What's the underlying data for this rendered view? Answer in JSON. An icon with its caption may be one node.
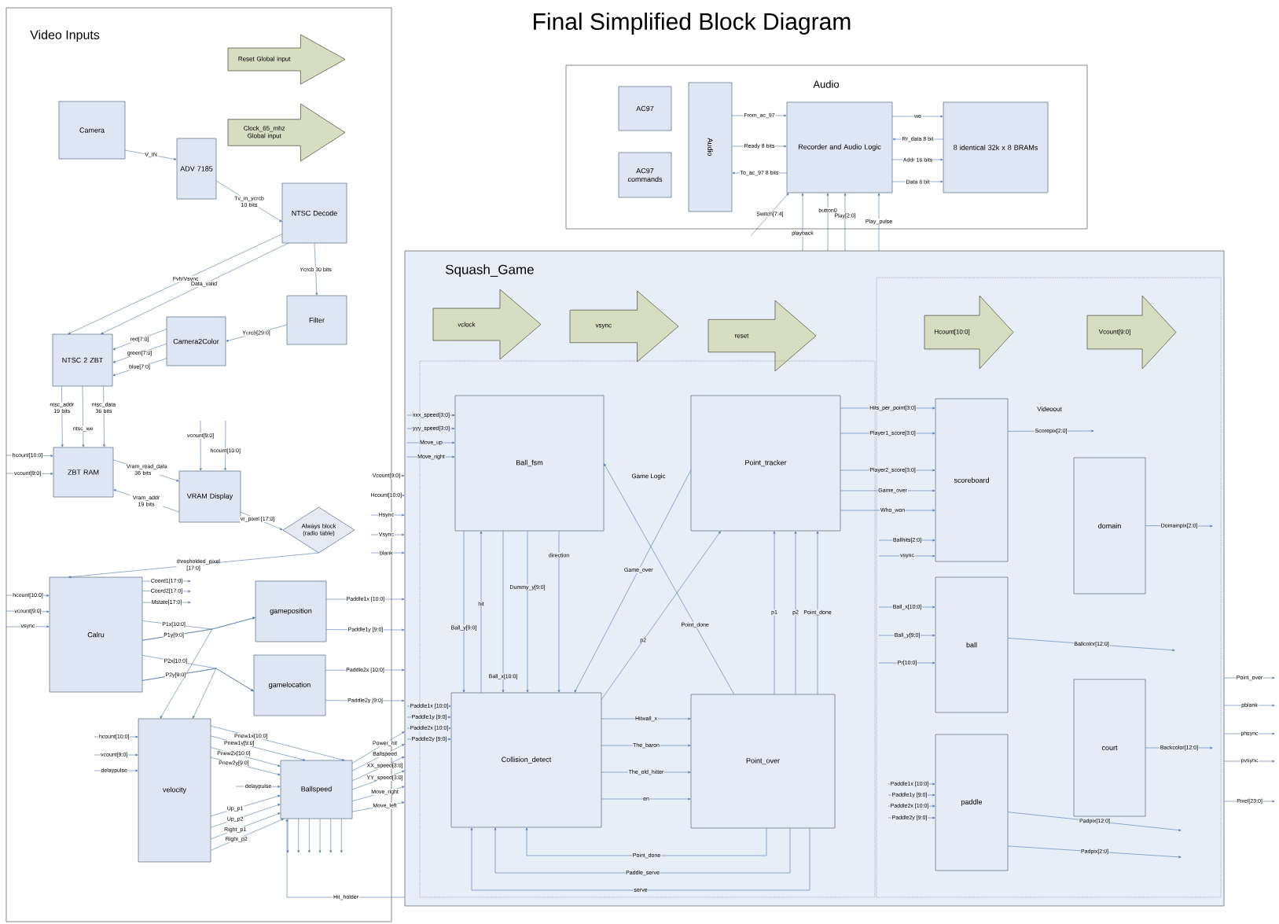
{
  "diagram": {
    "title": "Final Simplified Block Diagram",
    "nodes": [
      {
        "text": [
          "Video Inputs"
        ]
      },
      {
        "text": [
          "Reset Global input"
        ],
        "in": 0
      },
      {
        "text": [
          "Clock_65_mhz Global input"
        ],
        "in": 0
      },
      {
        "text": [
          "Camera"
        ],
        "in": 0
      },
      {
        "text": [
          "ADV 7185"
        ],
        "in": 0
      },
      {
        "text": [
          "NTSC Decode"
        ],
        "in": 0
      },
      {
        "text": [
          "Filter"
        ],
        "in": 0
      },
      {
        "text": [
          "Camera2Color"
        ],
        "in": 0
      },
      {
        "text": [
          "NTSC 2 ZBT"
        ],
        "in": 0
      },
      {
        "text": [
          "ZBT RAM"
        ],
        "in": 0
      },
      {
        "text": [
          "VRAM Display"
        ],
        "in": 0
      },
      {
        "text": [
          "Always block (radio table)"
        ],
        "in": 0
      },
      {
        "text": [
          "Calru"
        ],
        "in": 0
      },
      {
        "text": [
          "gameposition"
        ],
        "in": 0
      },
      {
        "text": [
          "gamelocation"
        ],
        "in": 0
      },
      {
        "text": [
          "velocity"
        ],
        "in": 0
      },
      {
        "text": [
          "Ballspeed"
        ],
        "in": 0
      },
      {
        "text": [
          "Audio"
        ]
      },
      {
        "text": [
          "AC97"
        ],
        "in": 17
      },
      {
        "text": [
          "AC97 commands"
        ],
        "in": 17
      },
      {
        "text": [
          "Audio"
        ],
        "in": 17
      },
      {
        "text": [
          "Recorder and Audio Logic"
        ],
        "in": 17
      },
      {
        "text": [
          "8 identical 32k x 8 BRAMs"
        ],
        "in": 17
      },
      {
        "text": [
          "Squash_Game"
        ]
      },
      {
        "text": [
          "vclock"
        ],
        "in": 23
      },
      {
        "text": [
          "vsync"
        ],
        "in": 23
      },
      {
        "text": [
          "reset"
        ],
        "in": 23
      },
      {
        "text": [
          "Game Logic"
        ],
        "in": 23
      },
      {
        "text": [
          "Videoout"
        ],
        "in": 23
      },
      {
        "text": [
          "Hcount[10:0]"
        ],
        "in": 28
      },
      {
        "text": [
          "Vcount[9:0]"
        ],
        "in": 28
      },
      {
        "text": [
          "Ball_fsm"
        ],
        "in": 27
      },
      {
        "text": [
          "Point_tracker"
        ],
        "in": 27
      },
      {
        "text": [
          "Collision_detect"
        ],
        "in": 27
      },
      {
        "text": [
          "Point_over"
        ],
        "in": 27
      },
      {
        "text": [
          "scoreboard"
        ],
        "in": 28
      },
      {
        "text": [
          "ball"
        ],
        "in": 28
      },
      {
        "text": [
          "paddle"
        ],
        "in": 28
      },
      {
        "text": [
          "domain"
        ],
        "in": 28
      },
      {
        "text": [
          "court"
        ],
        "in": 28
      }
    ],
    "edges": [
      {
        "from": 3,
        "to": 4,
        "arrow": "to",
        "label": "V_IN"
      },
      {
        "from": 4,
        "to": 5,
        "arrow": "to",
        "label": "Tv_in_ycrcb 10 bits"
      },
      {
        "from": 5,
        "to": 6,
        "arrow": "to",
        "label": "Ycrcb 30 bits"
      },
      {
        "from": 5,
        "to": 8,
        "arrow": "to",
        "label": "Fvh/Vsync"
      },
      {
        "from": 5,
        "to": 8,
        "arrow": "to",
        "label": "Data_valid"
      },
      {
        "from": 6,
        "to": 7,
        "arrow": "to",
        "label": "Ycrcb[29:0]"
      },
      {
        "from": 7,
        "to": 8,
        "arrow": "to",
        "label": "red[7:0]"
      },
      {
        "from": 7,
        "to": 8,
        "arrow": "to",
        "label": "green[7:0]"
      },
      {
        "from": 7,
        "to": 8,
        "arrow": "to",
        "label": "blue[7:0]"
      },
      {
        "from": 8,
        "to": 9,
        "arrow": "to",
        "label": "ntsc_addr 19 bits"
      },
      {
        "from": 8,
        "to": 9,
        "arrow": "to",
        "label": "ntsc_we"
      },
      {
        "from": 8,
        "to": 9,
        "arrow": "to",
        "label": "ntsc_data 36 bits"
      },
      {
        "from": null,
        "to": 9,
        "arrow": "to",
        "label": "hcount[10:0]"
      },
      {
        "from": null,
        "to": 9,
        "arrow": "to",
        "label": "vcount[9:0]"
      },
      {
        "from": 9,
        "to": 10,
        "arrow": "to",
        "label": "Vram_read_data 36 bits"
      },
      {
        "from": 10,
        "to": 9,
        "arrow": "to",
        "label": "Vram_addr 19 bits"
      },
      {
        "from": null,
        "to": 10,
        "arrow": "to",
        "label": "vcount[9:0]"
      },
      {
        "from": null,
        "to": 10,
        "arrow": "to",
        "label": "hcount[10:0]"
      },
      {
        "from": 10,
        "to": 11,
        "arrow": "to",
        "label": "vr_pixel [17:0]"
      },
      {
        "from": 11,
        "to": 12,
        "arrow": "to",
        "label": "thresholded_pixel [17:0]"
      },
      {
        "from": null,
        "to": 12,
        "arrow": "to",
        "label": "hcount[10:0]"
      },
      {
        "from": null,
        "to": 12,
        "arrow": "to",
        "label": "vcount[9:0]"
      },
      {
        "from": null,
        "to": 12,
        "arrow": "to",
        "label": "vsync"
      },
      {
        "from": 12,
        "to": null,
        "arrow": "to",
        "label": "Coord1[17:0]"
      },
      {
        "from": 12,
        "to": null,
        "arrow": "to",
        "label": "Coord2[17:0]"
      },
      {
        "from": 12,
        "to": null,
        "arrow": "to",
        "label": "Mstate[17:0]"
      },
      {
        "from": 12,
        "to": 13,
        "arrow": "to",
        "label": "P1x[10:0]"
      },
      {
        "from": 12,
        "to": 13,
        "arrow": "to",
        "label": "P1y[9:0]"
      },
      {
        "from": 12,
        "to": 14,
        "arrow": "to",
        "label": "P2x[10:0]"
      },
      {
        "from": 12,
        "to": 14,
        "arrow": "to",
        "label": "P2y[9:0]"
      },
      {
        "from": 12,
        "to": 15,
        "arrow": "to"
      },
      {
        "from": 12,
        "to": 15,
        "arrow": "to"
      },
      {
        "from": 13,
        "to": 23,
        "arrow": "to",
        "label": "Paddle1x [10:0]"
      },
      {
        "from": 13,
        "to": 23,
        "arrow": "to",
        "label": "Paddle1y [9:0]"
      },
      {
        "from": 14,
        "to": 23,
        "arrow": "to",
        "label": "Paddle2x [10:0]"
      },
      {
        "from": 14,
        "to": 23,
        "arrow": "to",
        "label": "Paddle2y [9:0]"
      },
      {
        "from": null,
        "to": 15,
        "arrow": "to",
        "label": "hcount[10:0]"
      },
      {
        "from": null,
        "to": 15,
        "arrow": "to",
        "label": "vcount[9:0]"
      },
      {
        "from": null,
        "to": 15,
        "arrow": "to",
        "label": "delaypulse"
      },
      {
        "from": 15,
        "to": 16,
        "arrow": "to",
        "label": "Pnew1x[10:0]"
      },
      {
        "from": 15,
        "to": 16,
        "arrow": "to",
        "label": "Pnew1y[9:0]"
      },
      {
        "from": 15,
        "to": 16,
        "arrow": "to",
        "label": "Pnew2x[10:0]"
      },
      {
        "from": 15,
        "to": 16,
        "arrow": "to",
        "label": "Pnew2y[9:0]"
      },
      {
        "from": 15,
        "to": 16,
        "arrow": "to",
        "label": "Up_p1"
      },
      {
        "from": 15,
        "to": 16,
        "arrow": "to",
        "label": "Up_p2"
      },
      {
        "from": 15,
        "to": 16,
        "arrow": "to",
        "label": "Right_p1"
      },
      {
        "from": 15,
        "to": 16,
        "arrow": "to",
        "label": "Right_p2"
      },
      {
        "from": null,
        "to": 16,
        "arrow": "to",
        "label": "delaypulse"
      },
      {
        "from": 16,
        "to": 23,
        "arrow": "to",
        "label": "Power_hit"
      },
      {
        "from": 16,
        "to": 23,
        "arrow": "to",
        "label": "Ballspeed"
      },
      {
        "from": 16,
        "to": 23,
        "arrow": "to",
        "label": "XX_speed[3:0]"
      },
      {
        "from": 16,
        "to": 23,
        "arrow": "to",
        "label": "YY_speed[3:0]"
      },
      {
        "from": 16,
        "to": 23,
        "arrow": "to",
        "label": "Move_right"
      },
      {
        "from": 16,
        "to": 23,
        "arrow": "to",
        "label": "Move_left"
      },
      {
        "from": 16,
        "to": null,
        "arrow": "to"
      },
      {
        "from": 16,
        "to": null,
        "arrow": "to"
      },
      {
        "from": 16,
        "to": null,
        "arrow": "to"
      },
      {
        "from": 16,
        "to": null,
        "arrow": "to"
      },
      {
        "from": 16,
        "to": null,
        "arrow": "to"
      },
      {
        "from": 16,
        "to": null,
        "arrow": "to"
      },
      {
        "from": 23,
        "to": 16,
        "arrow": "to",
        "label": "Hit_holder"
      },
      {
        "from": null,
        "to": 23,
        "arrow": "to",
        "label": "Vcount[9:0]"
      },
      {
        "from": null,
        "to": 23,
        "arrow": "to",
        "label": "Hcount[10:0]"
      },
      {
        "from": null,
        "to": 23,
        "arrow": "to",
        "label": "Hsync"
      },
      {
        "from": null,
        "to": 23,
        "arrow": "to",
        "label": "Vsync"
      },
      {
        "from": null,
        "to": 23,
        "arrow": "to",
        "label": "blank"
      },
      {
        "from": null,
        "to": 31,
        "arrow": "to",
        "label": "xxx_speed[3:0]"
      },
      {
        "from": null,
        "to": 31,
        "arrow": "to",
        "label": "yyy_speed[3:0]"
      },
      {
        "from": null,
        "to": 31,
        "arrow": "to",
        "label": "Move_up"
      },
      {
        "from": null,
        "to": 31,
        "arrow": "to",
        "label": "Move_right"
      },
      {
        "from": null,
        "to": 33,
        "arrow": "to",
        "label": "Paddle1x [10:0]"
      },
      {
        "from": null,
        "to": 33,
        "arrow": "to",
        "label": "Paddle1y [9:0]"
      },
      {
        "from": null,
        "to": 33,
        "arrow": "to",
        "label": "Paddle2x [10:0]"
      },
      {
        "from": null,
        "to": 33,
        "arrow": "to",
        "label": "Paddle2y [9:0]"
      },
      {
        "from": 31,
        "to": 33,
        "arrow": "to",
        "label": "Ball_y[9:0]"
      },
      {
        "from": 33,
        "to": 31,
        "arrow": "to",
        "label": "hit"
      },
      {
        "from": 31,
        "to": 33,
        "arrow": "to",
        "label": "Ball_x[10:0]"
      },
      {
        "from": 31,
        "to": 33,
        "arrow": "to",
        "label": "Dummy_y[9:0]"
      },
      {
        "from": 31,
        "to": 33,
        "arrow": "to",
        "label": "direction"
      },
      {
        "from": 32,
        "to": 33,
        "arrow": "to",
        "label": "Game_over"
      },
      {
        "from": 33,
        "to": 32,
        "arrow": "to",
        "label": "p2"
      },
      {
        "from": 34,
        "to": 31,
        "arrow": "to",
        "label": "Point_done"
      },
      {
        "from": 33,
        "to": 34,
        "arrow": "to",
        "label": "Hitwall_x"
      },
      {
        "from": 33,
        "to": 34,
        "arrow": "to",
        "label": "The_baron"
      },
      {
        "from": 33,
        "to": 34,
        "arrow": "to",
        "label": "The_old_hitter"
      },
      {
        "from": 33,
        "to": 34,
        "arrow": "to",
        "label": "en"
      },
      {
        "from": 34,
        "to": 32,
        "arrow": "to",
        "label": "p1"
      },
      {
        "from": 34,
        "to": 32,
        "arrow": "to",
        "label": "p2"
      },
      {
        "from": 34,
        "to": 32,
        "arrow": "to",
        "label": "Point_done"
      },
      {
        "from": 34,
        "to": 33,
        "arrow": "to",
        "label": "Point_done"
      },
      {
        "from": 34,
        "to": 33,
        "arrow": "to",
        "label": "Paddle_serve"
      },
      {
        "from": 34,
        "to": 33,
        "arrow": "to",
        "label": "serve"
      },
      {
        "from": 32,
        "to": 35,
        "arrow": "to",
        "label": "Hits_per_point[3:0]"
      },
      {
        "from": 32,
        "to": 35,
        "arrow": "to",
        "label": "Player1_score[3:0]"
      },
      {
        "from": 32,
        "to": 35,
        "arrow": "to",
        "label": "Player2_score[3:0]"
      },
      {
        "from": 32,
        "to": 35,
        "arrow": "to",
        "label": "Game_over"
      },
      {
        "from": 32,
        "to": 35,
        "arrow": "to",
        "label": "Who_won"
      },
      {
        "from": null,
        "to": 35,
        "arrow": "to",
        "label": "Ballhits[2:0]"
      },
      {
        "from": null,
        "to": 35,
        "arrow": "to",
        "label": "vsync"
      },
      {
        "from": null,
        "to": 36,
        "arrow": "to",
        "label": "Ball_x[10:0]"
      },
      {
        "from": null,
        "to": 36,
        "arrow": "to",
        "label": "Ball_y[9:0]"
      },
      {
        "from": null,
        "to": 36,
        "arrow": "to",
        "label": "Pr[10:0]"
      },
      {
        "from": null,
        "to": 37,
        "arrow": "to",
        "label": "Paddle1x [10:0]"
      },
      {
        "from": null,
        "to": 37,
        "arrow": "to",
        "label": "Paddle1y [9:0]"
      },
      {
        "from": null,
        "to": 37,
        "arrow": "to",
        "label": "Paddle2x [10:0]"
      },
      {
        "from": null,
        "to": 37,
        "arrow": "to",
        "label": "Paddle2y [9:0]"
      },
      {
        "from": 35,
        "to": null,
        "arrow": "to",
        "label": "Scorepix[2:0]"
      },
      {
        "from": 38,
        "to": null,
        "arrow": "to",
        "label": "Domainpix[2:0]"
      },
      {
        "from": 36,
        "to": null,
        "arrow": "to",
        "label": "Ballcolor[12:0]"
      },
      {
        "from": 39,
        "to": null,
        "arrow": "to",
        "label": "Backcolor[12:0]"
      },
      {
        "from": 37,
        "to": null,
        "arrow": "to",
        "label": "Padpix[12:0]"
      },
      {
        "from": 37,
        "to": null,
        "arrow": "to",
        "label": "Padpix[2:0]"
      },
      {
        "from": 23,
        "to": null,
        "arrow": "to",
        "label": "Point_over"
      },
      {
        "from": 23,
        "to": null,
        "arrow": "to",
        "label": "pblank"
      },
      {
        "from": 23,
        "to": null,
        "arrow": "to",
        "label": "phsync"
      },
      {
        "from": 23,
        "to": null,
        "arrow": "to",
        "label": "pvsync"
      },
      {
        "from": 23,
        "to": null,
        "arrow": "to",
        "label": "Pixel[23:0]"
      },
      {
        "from": 20,
        "to": 21,
        "arrow": "to",
        "label": "From_ac_97"
      },
      {
        "from": 20,
        "to": 21,
        "arrow": "to",
        "label": "Ready 8 bits"
      },
      {
        "from": 21,
        "to": 20,
        "arrow": "to",
        "label": "To_ac_97 8 bits"
      },
      {
        "from": 21,
        "to": 22,
        "arrow": "to",
        "label": "we"
      },
      {
        "from": 22,
        "to": 21,
        "arrow": "to",
        "label": "Rr_data 8 bit"
      },
      {
        "from": 21,
        "to": 22,
        "arrow": "to",
        "label": "Addr 16 bits"
      },
      {
        "from": 21,
        "to": 22,
        "arrow": "to",
        "label": "Data 8 bit"
      },
      {
        "from": null,
        "to": 21,
        "arrow": "to",
        "label": "Switch[7:4]"
      },
      {
        "from": 23,
        "to": 21,
        "arrow": "to",
        "label": "playback"
      },
      {
        "from": 23,
        "to": 21,
        "arrow": "to",
        "label": "button0"
      },
      {
        "from": 23,
        "to": 21,
        "arrow": "to",
        "label": "Play[2:0]"
      },
      {
        "from": 23,
        "to": 21,
        "arrow": "to",
        "label": "Play_pulse"
      }
    ]
  }
}
